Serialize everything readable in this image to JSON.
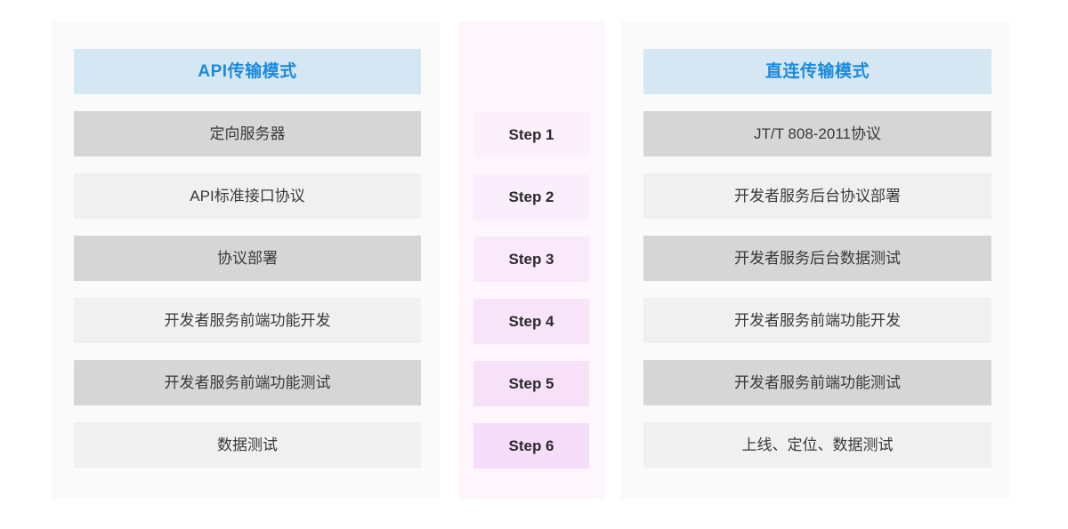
{
  "diagram": {
    "type": "comparison-flow",
    "columns": [
      {
        "id": "api-mode",
        "header": "API传输模式",
        "header_color": "#1b8ade",
        "header_bg": "#d5e7f3",
        "steps": [
          "定向服务器",
          "API标准接口协议",
          "协议部署",
          "开发者服务前端功能开发",
          "开发者服务前端功能测试",
          "数据测试"
        ]
      },
      {
        "id": "steps",
        "header": "",
        "steps": [
          "Step 1",
          "Step 2",
          "Step 3",
          "Step 4",
          "Step 5",
          "Step 6"
        ]
      },
      {
        "id": "direct-mode",
        "header": "直连传输模式",
        "header_color": "#1b8ade",
        "header_bg": "#d5e7f3",
        "steps": [
          "JT/T 808-2011协议",
          "开发者服务后台协议部署",
          "开发者服务后台数据测试",
          "开发者服务前端功能开发",
          "开发者服务前端功能测试",
          "上线、定位、数据测试"
        ]
      }
    ],
    "palette": {
      "panel_bg": "#fafafa",
      "panel_bg_mid": "#fdf7fd",
      "row_dark": "#d6d6d6",
      "row_light": "#f0f0f0",
      "step_gradient": [
        "#fcf0fc",
        "#fbeefc",
        "#f9e9fb",
        "#f8e5fa",
        "#f7e1f9",
        "#f6ddf9"
      ],
      "page_bg": "#ffffff"
    }
  }
}
